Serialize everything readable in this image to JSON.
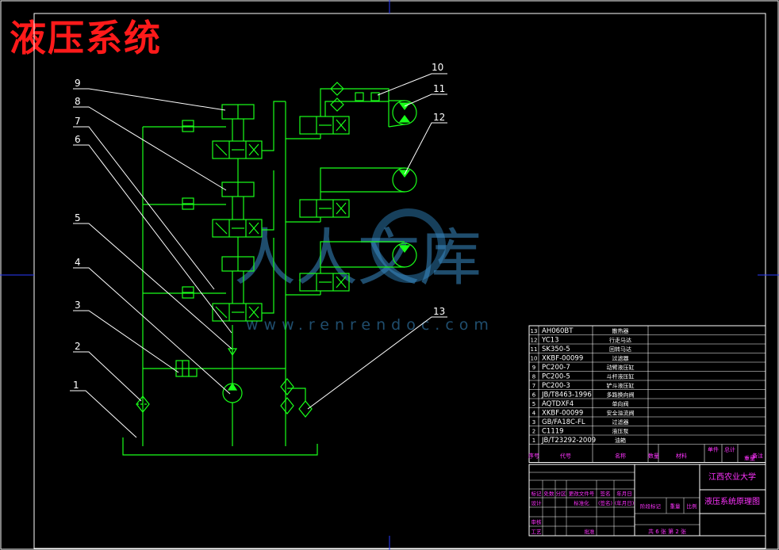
{
  "header": {
    "title": "液压系统"
  },
  "watermark": {
    "brand": "人人文库",
    "url": "www.renrendoc.com"
  },
  "callouts": [
    "1",
    "2",
    "3",
    "4",
    "5",
    "6",
    "7",
    "8",
    "9",
    "10",
    "11",
    "12",
    "13"
  ],
  "bom": [
    {
      "no": "13",
      "code": "AH060BT",
      "name": "散热器"
    },
    {
      "no": "12",
      "code": "YC13",
      "name": "行走马达"
    },
    {
      "no": "11",
      "code": "SK350-5",
      "name": "回转马达"
    },
    {
      "no": "10",
      "code": "XKBF-00099",
      "name": "过滤器"
    },
    {
      "no": "9",
      "code": "PC200-7",
      "name": "动臂液压缸"
    },
    {
      "no": "8",
      "code": "PC200-5",
      "name": "斗杆液压缸"
    },
    {
      "no": "7",
      "code": "PC200-3",
      "name": "铲斗液压缸"
    },
    {
      "no": "6",
      "code": "JB/T8463-1996",
      "name": "多路换向阀"
    },
    {
      "no": "5",
      "code": "AQTDXF4",
      "name": "单向阀"
    },
    {
      "no": "4",
      "code": "XKBF-00099",
      "name": "安全溢流阀"
    },
    {
      "no": "3",
      "code": "GB/FA18C-FL",
      "name": "过滤器"
    },
    {
      "no": "2",
      "code": "C1119",
      "name": "液压泵"
    },
    {
      "no": "1",
      "code": "JB/T23292-2009",
      "name": "油箱"
    }
  ],
  "bom_header": [
    "序号",
    "代号",
    "名称",
    "数量",
    "材料",
    "单件",
    "总计",
    "重量",
    "备注"
  ],
  "title_block": {
    "school": "江西农业大学",
    "drawing_name": "液压系统原理图",
    "row1": [
      "标记",
      "处数",
      "分区",
      "更改文件号",
      "签名",
      "年月日"
    ],
    "row2": [
      "设计",
      "",
      "",
      "标准化",
      "(签名)",
      "(年月日)"
    ],
    "stage": [
      "阶段标记",
      "重量",
      "比例"
    ],
    "row3": [
      "审核"
    ],
    "row4": [
      "工艺",
      "",
      "批准"
    ],
    "sheet": "共 6 张  第 2 张"
  }
}
